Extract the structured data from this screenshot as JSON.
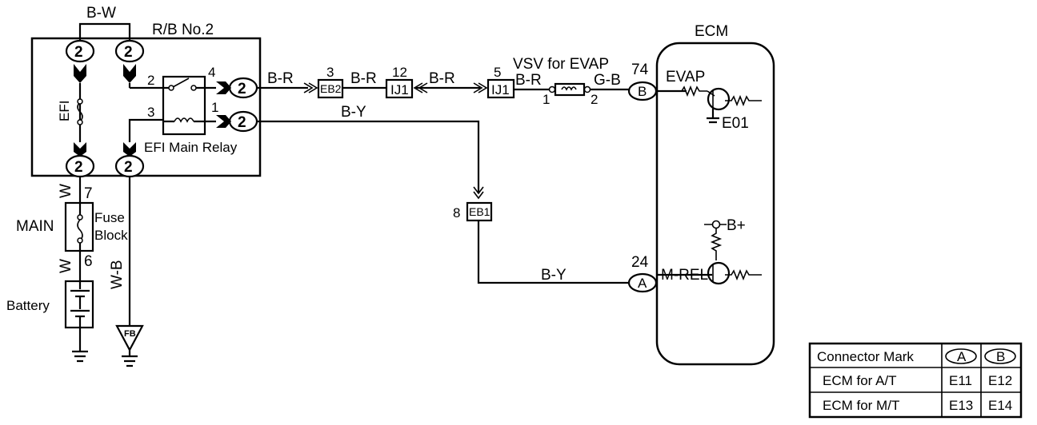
{
  "relay_box": {
    "title": "R/B No.2",
    "jumper_label": "B-W",
    "pin_num": "2",
    "fuse_label": "EFI",
    "relay_name": "EFI Main Relay",
    "relay_pins": [
      "2",
      "4",
      "3",
      "1"
    ],
    "ground_label": "FB"
  },
  "left_side": {
    "w_top": "W",
    "pin7": "7",
    "main_label": "MAIN",
    "fuse_block_1": "Fuse",
    "fuse_block_2": "Block",
    "w_bottom": "W",
    "pin6": "6",
    "battery_label": "Battery",
    "wb_label": "W-B"
  },
  "top_line": {
    "br_1": "B-R",
    "eb2_pin": "3",
    "eb2": "EB2",
    "br_2": "B-R",
    "ij1_pin_a": "12",
    "ij1_a": "IJ1",
    "br_3": "B-R",
    "ij1_pin_b": "5",
    "ij1_b": "IJ1",
    "br_4": "B-R",
    "vsv_label": "VSV for EVAP",
    "vsv_pin1": "1",
    "vsv_pin2": "2",
    "gb_label": "G-B",
    "ecm_pin_74": "74",
    "conn_b": "B"
  },
  "lower_line": {
    "by_top": "B-Y",
    "eb1_pin": "8",
    "eb1": "EB1",
    "by_bottom": "B-Y",
    "ecm_pin_24": "24",
    "conn_a": "A"
  },
  "ecm": {
    "title": "ECM",
    "evap": "EVAP",
    "e01": "E01",
    "bplus": "B+",
    "mrel": "M-REL"
  },
  "connector_table": {
    "header": [
      "Connector Mark",
      "A",
      "B"
    ],
    "rows": [
      [
        "ECM for A/T",
        "E11",
        "E12"
      ],
      [
        "ECM for M/T",
        "E13",
        "E14"
      ]
    ]
  }
}
